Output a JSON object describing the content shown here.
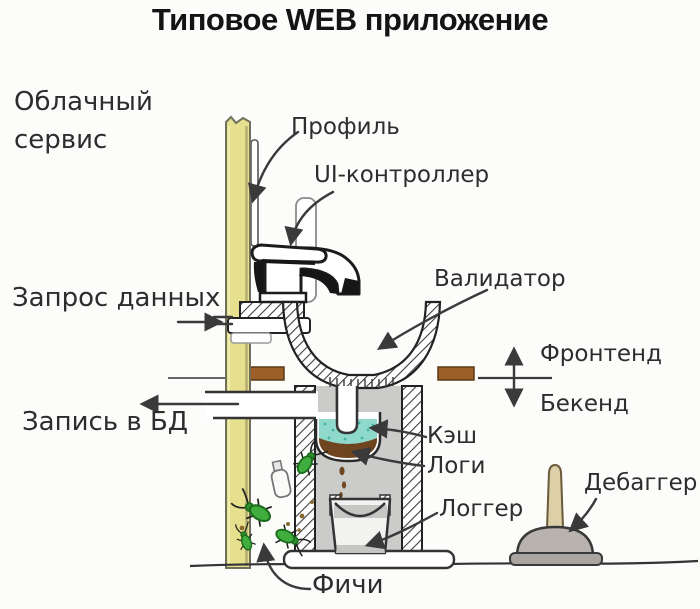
{
  "title": "Типовое WEB приложение",
  "labels": {
    "cloud_service": "Облачный сервис",
    "profile": "Профиль",
    "ui_controller": "UI-контроллер",
    "data_request": "Запрос данных",
    "validator": "Валидатор",
    "frontend": "Фронтенд",
    "backend": "Бекенд",
    "write_db": "Запись в БД",
    "cache": "Кэш",
    "logs": "Логи",
    "logger": "Логгер",
    "debugger": "Дебаггер",
    "features": "Фичи"
  },
  "colors": {
    "background": "#fcfcfb",
    "title_text": "#141414",
    "label_text": "#2d2d2d",
    "arrow_line": "#3a3a3a",
    "profile_pipe_yellow": "#e6e08e",
    "counter_brown": "#9c5f28",
    "cache_teal": "#8ed9cb",
    "logs_sediment_brown": "#6f451f",
    "features_green": "#3fae3f",
    "plunger_cup_gray": "#b8b3ae",
    "plunger_handle_beige": "#ddd0a8",
    "pedestal_gray": "#cbcbc9"
  }
}
